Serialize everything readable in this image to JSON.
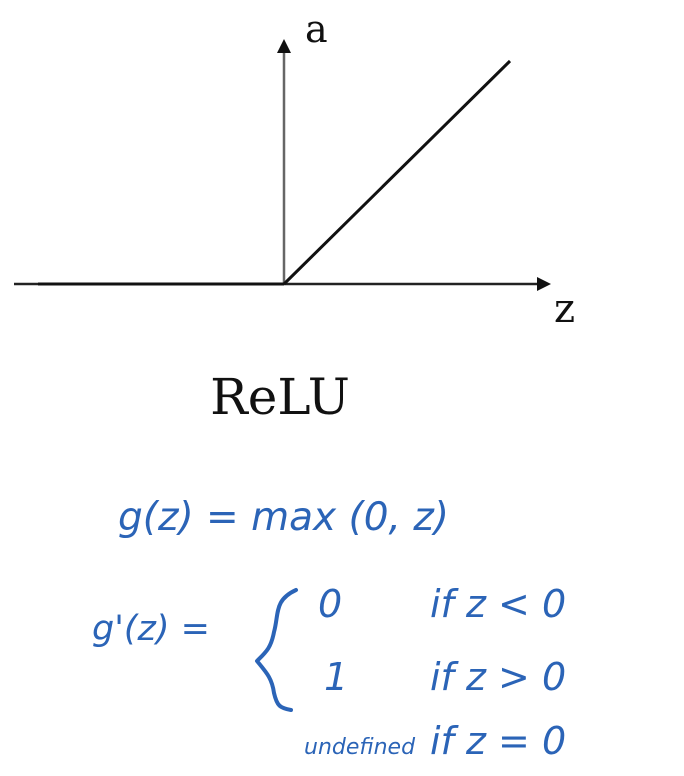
{
  "diagram": {
    "title": "ReLU",
    "axis_labels": {
      "vertical": "a",
      "horizontal": "z"
    },
    "function_shape": "relu",
    "colors": {
      "axes": "#222222",
      "function": "#111111",
      "handwriting": "#2b64b7"
    }
  },
  "notes": {
    "definition": "g(z) = max (0, z)",
    "derivative_prefix": "g'(z) =",
    "cases": [
      {
        "value": "0",
        "condition": "if z < 0"
      },
      {
        "value": "1",
        "condition": "if z > 0"
      },
      {
        "value": "undefined",
        "condition": "if z = 0"
      }
    ]
  }
}
